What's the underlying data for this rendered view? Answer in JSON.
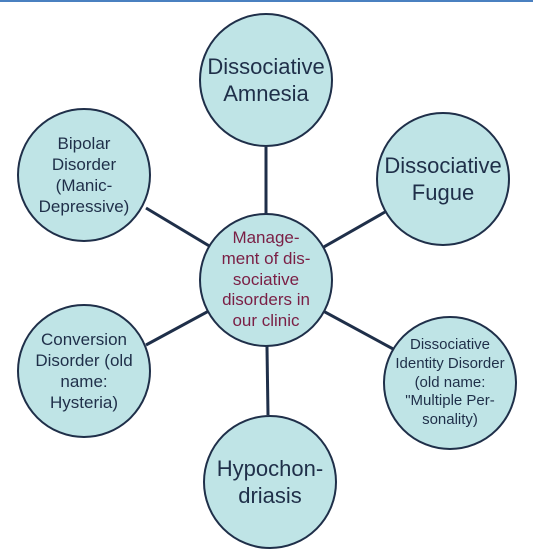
{
  "center": {
    "text": "Manage-\nment of dis-\nsociative\ndisorders in\nour clinic"
  },
  "nodes": {
    "amnesia": "Dissociative\nAmnesia",
    "fugue": "Dissociative\nFugue",
    "did": "Dissociative\nIdentity Disorder\n(old name:\n\"Multiple Per-\nsonality)",
    "hypochondriasis": "Hypochon-\ndriasis",
    "conversion": "Conversion\nDisorder (old\nname:\nHysteria)",
    "bipolar": "Bipolar\nDisorder\n(Manic-\nDepressive)"
  },
  "colors": {
    "node_fill": "#bfe4e6",
    "outline": "#1f2f49",
    "center_text": "#7a1f45",
    "top_rule": "#4a80c0"
  }
}
